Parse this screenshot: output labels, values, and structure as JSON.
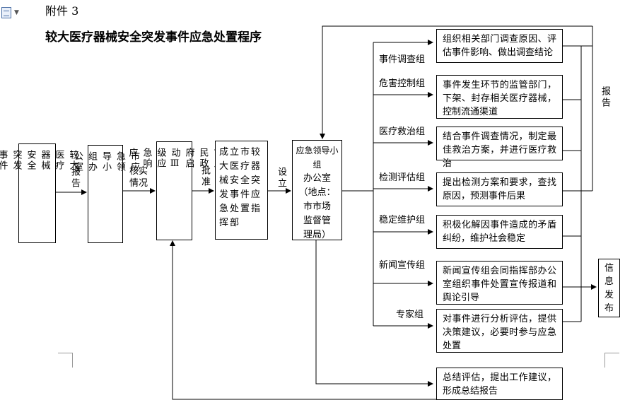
{
  "header": {
    "attachment": "附件 3",
    "title": "较大医疗器械安全突发事件应急处置程序"
  },
  "nodes": {
    "event": [
      "较大",
      "医疗",
      "器械",
      "安全",
      "突发",
      "事件"
    ],
    "leader_office": [
      "市应",
      "急领",
      "导小",
      "组办",
      "公室"
    ],
    "gov": [
      "市人",
      "民政",
      "府启",
      "动Ⅲ",
      "级应",
      "急响",
      "应"
    ],
    "command": "成立市较大医疗器械安全突发事件应急处置指挥部",
    "command_office": [
      "应急领导小组",
      "办公室",
      "（地点：",
      "市市场",
      "监督管",
      "理局）"
    ],
    "info_release": [
      "信",
      "息",
      "发",
      "布"
    ]
  },
  "edges": {
    "report": "报告",
    "verify": [
      "核实",
      "情况"
    ],
    "approve": "批准",
    "setup": "设立",
    "report_right": "报告"
  },
  "groups": [
    {
      "name": "事件调查组",
      "task": "组织相关部门调查原因、评估事件影响、做出调查结论"
    },
    {
      "name": "危害控制组",
      "task": "事件发生环节的监管部门，下架、封存相关医疗器械，控制流通渠道"
    },
    {
      "name": "医疗救治组",
      "task": "结合事件调查情况，制定最佳救治方案，并进行医疗救治"
    },
    {
      "name": "检测评估组",
      "task": "提出检测方案和要求，查找原因，预测事件后果"
    },
    {
      "name": "稳定维护组",
      "task": "积极化解因事件造成的矛盾纠纷，维护社会稳定"
    },
    {
      "name": "新闻宣传组",
      "task": "新闻宣传组会同指挥部办公室组织事件处置宣传报道和舆论引导"
    },
    {
      "name": "专家组",
      "task": "对事件进行分析评估，提供决策建议，必要时参与应急处置"
    }
  ],
  "summary": "总结评估，提出工作建议，形成总结报告"
}
